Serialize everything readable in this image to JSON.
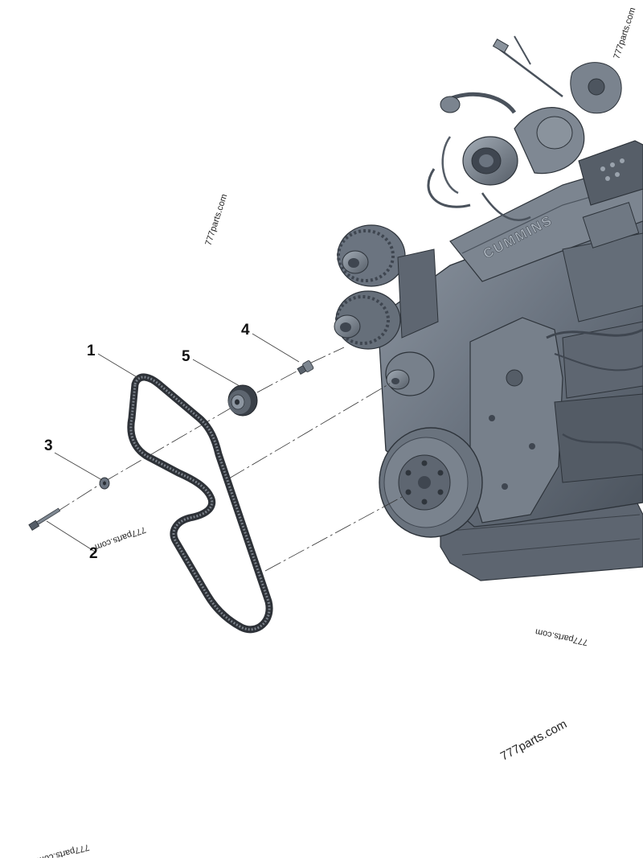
{
  "callouts": [
    {
      "id": "1",
      "label": "1"
    },
    {
      "id": "2",
      "label": "2"
    },
    {
      "id": "3",
      "label": "3"
    },
    {
      "id": "4",
      "label": "4"
    },
    {
      "id": "5",
      "label": "5"
    }
  ],
  "engine_brand": "CUMMINS",
  "watermarks": {
    "w1": "777parts.com",
    "w2": "777parts.com",
    "w3": "777parts.com",
    "w4": "777parts.com",
    "w5": "777parts.com",
    "w6": "777parts.com"
  },
  "colors": {
    "engine": "#6b7480",
    "engine_dark": "#3f4650",
    "engine_light": "#9aa3ad",
    "belt": "#4a4f57"
  }
}
